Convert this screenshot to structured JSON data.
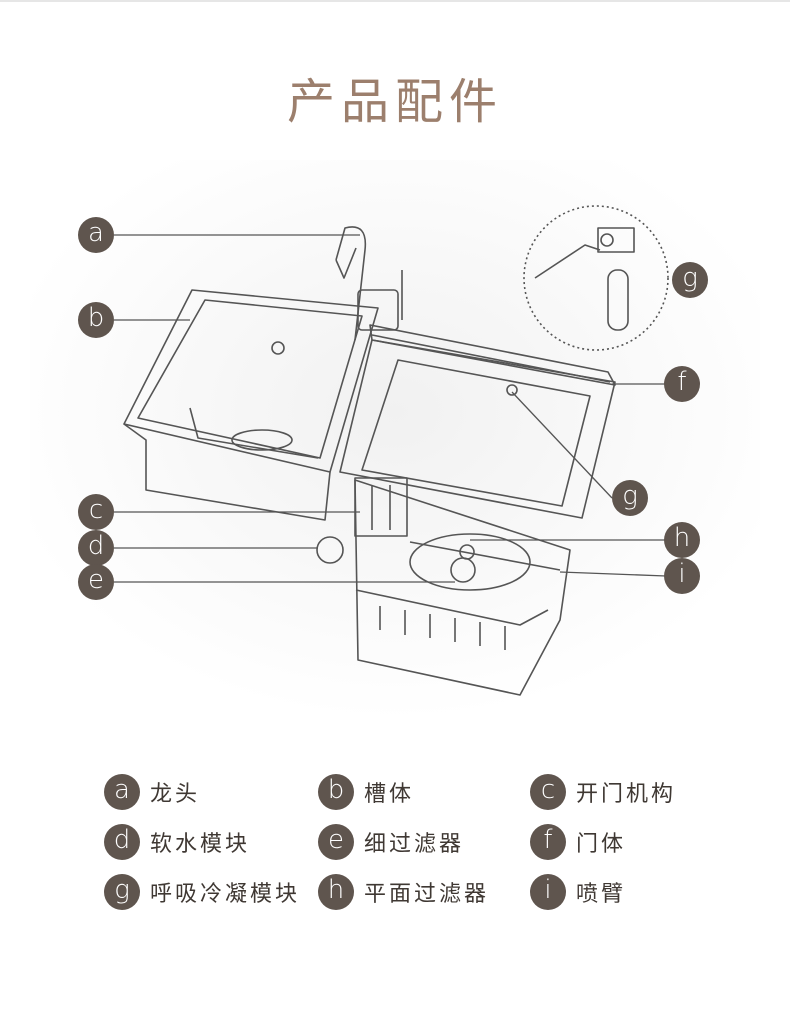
{
  "title": "产品配件",
  "diagram_labels": {
    "a": "a",
    "b": "b",
    "c": "c",
    "d": "d",
    "e": "e",
    "f": "f",
    "g_top": "g",
    "g_mid": "g",
    "h": "h",
    "i": "i"
  },
  "legend": [
    {
      "letter": "a",
      "text": "龙头"
    },
    {
      "letter": "b",
      "text": "槽体"
    },
    {
      "letter": "c",
      "text": "开门机构"
    },
    {
      "letter": "d",
      "text": "软水模块"
    },
    {
      "letter": "e",
      "text": "细过滤器"
    },
    {
      "letter": "f",
      "text": "门体"
    },
    {
      "letter": "g",
      "text": "呼吸冷凝模块"
    },
    {
      "letter": "h",
      "text": "平面过滤器"
    },
    {
      "letter": "i",
      "text": "喷臂"
    }
  ],
  "colors": {
    "title": "#9c7f6d",
    "badge": "#5f554e",
    "line": "#555555"
  }
}
